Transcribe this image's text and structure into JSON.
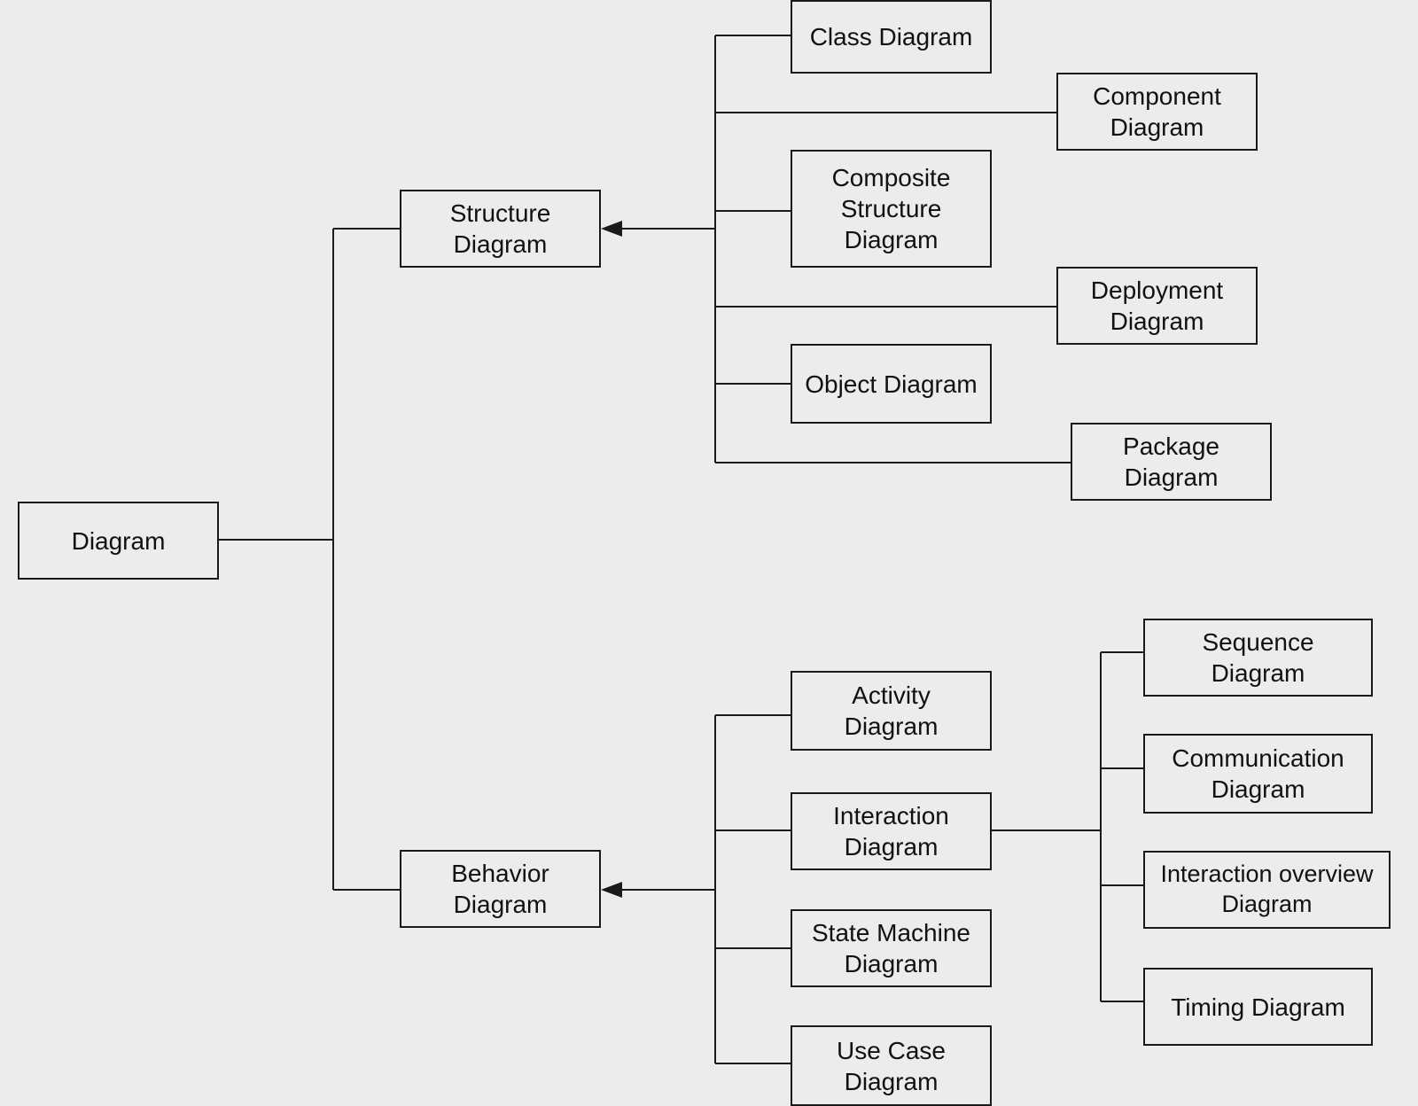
{
  "root": {
    "label": "Diagram"
  },
  "structure": {
    "label": "Structure\nDiagram",
    "children": [
      "Class Diagram",
      "Component\nDiagram",
      "Composite\nStructure\nDiagram",
      "Deployment\nDiagram",
      "Object Diagram",
      "Package\nDiagram"
    ]
  },
  "behavior": {
    "label": "Behavior\nDiagram",
    "children": [
      "Activity\nDiagram",
      "Interaction\nDiagram",
      "State Machine\nDiagram",
      "Use Case\nDiagram"
    ]
  },
  "interaction": {
    "children": [
      "Sequence\nDiagram",
      "Communication\nDiagram",
      "Interaction overview\nDiagram",
      "Timing Diagram"
    ]
  },
  "colors": {
    "background": "#ececec",
    "line": "#1a1a1a"
  }
}
